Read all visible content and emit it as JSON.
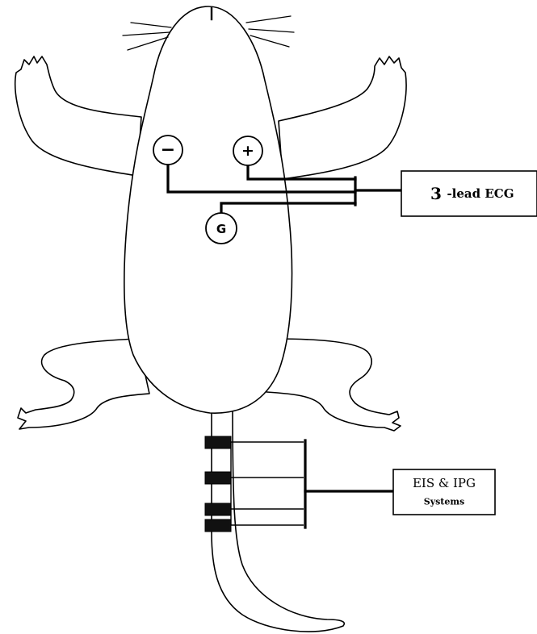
{
  "electrodes": {
    "negative": "−",
    "positive": "+",
    "ground": "G"
  },
  "ecg_box": {
    "number": "3",
    "label": "-lead ECG"
  },
  "eis_box": {
    "line1": "EIS & IPG",
    "line2": "Systems"
  }
}
